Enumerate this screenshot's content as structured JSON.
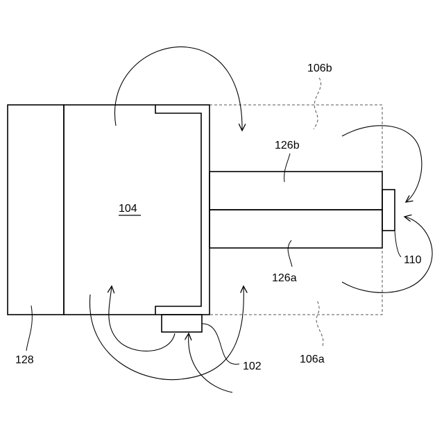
{
  "labels": {
    "main_block": "104",
    "left_block": "128",
    "bottom_component": "102",
    "upper_bar": "126b",
    "lower_bar": "126a",
    "end_component": "110",
    "upper_region": "106b",
    "lower_region": "106a"
  }
}
